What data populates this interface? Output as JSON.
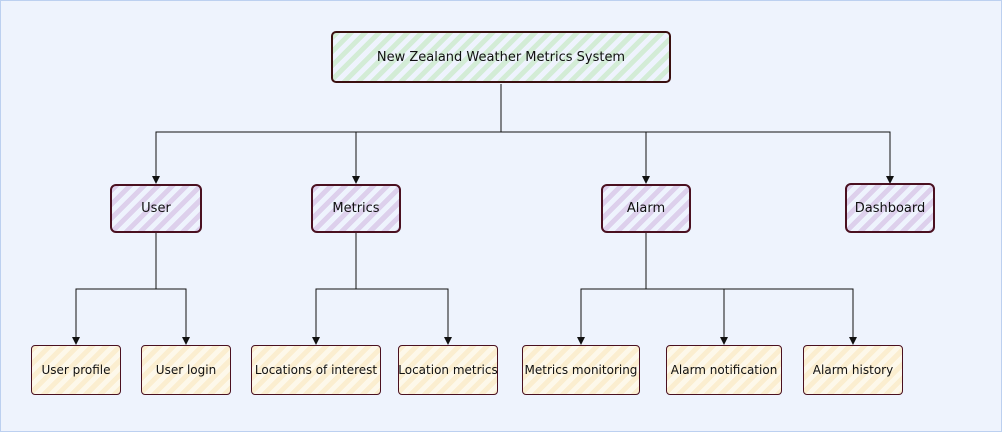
{
  "diagram": {
    "root": {
      "id": "root",
      "label": "New Zealand Weather Metrics System"
    },
    "categories": [
      {
        "id": "user",
        "label": "User"
      },
      {
        "id": "metrics",
        "label": "Metrics"
      },
      {
        "id": "alarm",
        "label": "Alarm"
      },
      {
        "id": "dashboard",
        "label": "Dashboard"
      }
    ],
    "leaves": [
      {
        "id": "user-profile",
        "label": "User profile",
        "parent": "user"
      },
      {
        "id": "user-login",
        "label": "User login",
        "parent": "user"
      },
      {
        "id": "locations-of-interest",
        "label": "Locations of interest",
        "parent": "metrics"
      },
      {
        "id": "location-metrics",
        "label": "Location metrics",
        "parent": "metrics"
      },
      {
        "id": "metrics-monitoring",
        "label": "Metrics monitoring",
        "parent": "alarm"
      },
      {
        "id": "alarm-notification",
        "label": "Alarm notification",
        "parent": "alarm"
      },
      {
        "id": "alarm-history",
        "label": "Alarm history",
        "parent": "alarm"
      }
    ],
    "colors": {
      "background": "#eef3fd",
      "root_fill": "#d3ecd6",
      "category_fill": "#ddd0ec",
      "leaf_fill": "#fbeed0",
      "stroke": "#3a0f0f",
      "connector": "#111111"
    }
  }
}
